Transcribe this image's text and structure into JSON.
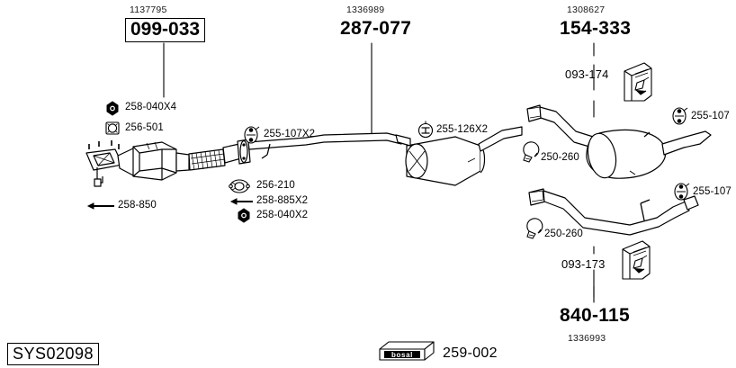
{
  "diagram": {
    "system_code": "SYS02098",
    "brand": "bosal",
    "brand_code": "259-002"
  },
  "groups": [
    {
      "id": "front-cat",
      "oem": "1137795",
      "code": "099-033",
      "boxed": true
    },
    {
      "id": "center-muffler",
      "oem": "1336989",
      "code": "287-077",
      "boxed": false
    },
    {
      "id": "rear-muffler",
      "oem": "1308627",
      "code": "154-333",
      "boxed": false
    },
    {
      "id": "rear-pipe",
      "oem": "1336993",
      "code": "840-115",
      "boxed": false
    }
  ],
  "parts": [
    {
      "id": "nut-258-040x4",
      "code": "258-040X4",
      "icon": "hex-nut-icon"
    },
    {
      "id": "gasket-256-501",
      "code": "256-501",
      "icon": "square-gasket-icon"
    },
    {
      "id": "bolt-258-850",
      "code": "258-850",
      "icon": "bolt-icon"
    },
    {
      "id": "hanger-255-107x2",
      "code": "255-107X2",
      "icon": "rubber-hanger-icon"
    },
    {
      "id": "gasket-256-210",
      "code": "256-210",
      "icon": "oval-gasket-icon"
    },
    {
      "id": "bolt-258-885x2",
      "code": "258-885X2",
      "icon": "bolt-icon"
    },
    {
      "id": "nut-258-040x2",
      "code": "258-040X2",
      "icon": "hex-nut-icon"
    },
    {
      "id": "hanger-255-126x2",
      "code": "255-126X2",
      "icon": "rubber-hanger-icon"
    },
    {
      "id": "bracket-093-174",
      "code": "093-174",
      "icon": "bracket-icon"
    },
    {
      "id": "hanger-255-107-a",
      "code": "255-107",
      "icon": "rubber-hanger-icon"
    },
    {
      "id": "clamp-250-260-a",
      "code": "250-260",
      "icon": "clamp-icon"
    },
    {
      "id": "hanger-255-107-b",
      "code": "255-107",
      "icon": "rubber-hanger-icon"
    },
    {
      "id": "clamp-250-260-b",
      "code": "250-260",
      "icon": "clamp-icon"
    },
    {
      "id": "bracket-093-173",
      "code": "093-173",
      "icon": "bracket-icon"
    }
  ]
}
